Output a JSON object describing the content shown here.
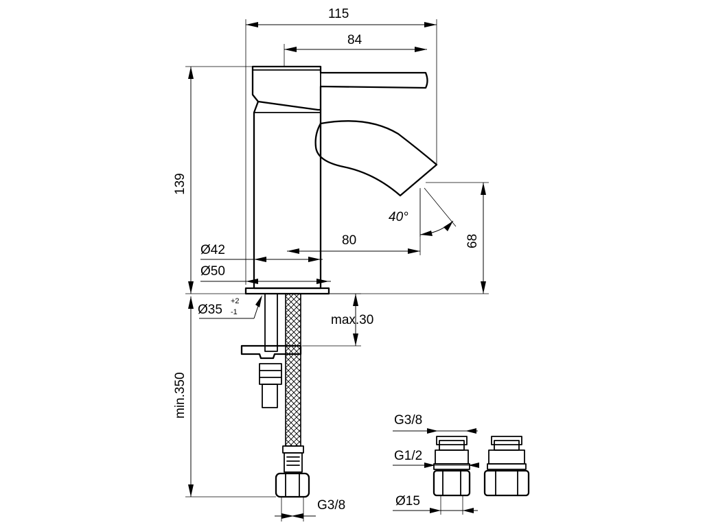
{
  "dimensions": {
    "overall_width": "115",
    "lever_width": "84",
    "height": "139",
    "angle": "40°",
    "spout_reach": "80",
    "spout_height": "68",
    "body_diameter": "Ø42",
    "base_diameter": "Ø50",
    "hole_diameter": "Ø35",
    "hole_tol_plus": "+2",
    "hole_tol_minus": "-1",
    "max_thickness": "max.30",
    "hose_length": "min.350",
    "hose_thread": "G3/8"
  },
  "fitting_detail": {
    "thread_top": "G3/8",
    "thread_mid": "G1/2",
    "pipe_diameter": "Ø15"
  }
}
